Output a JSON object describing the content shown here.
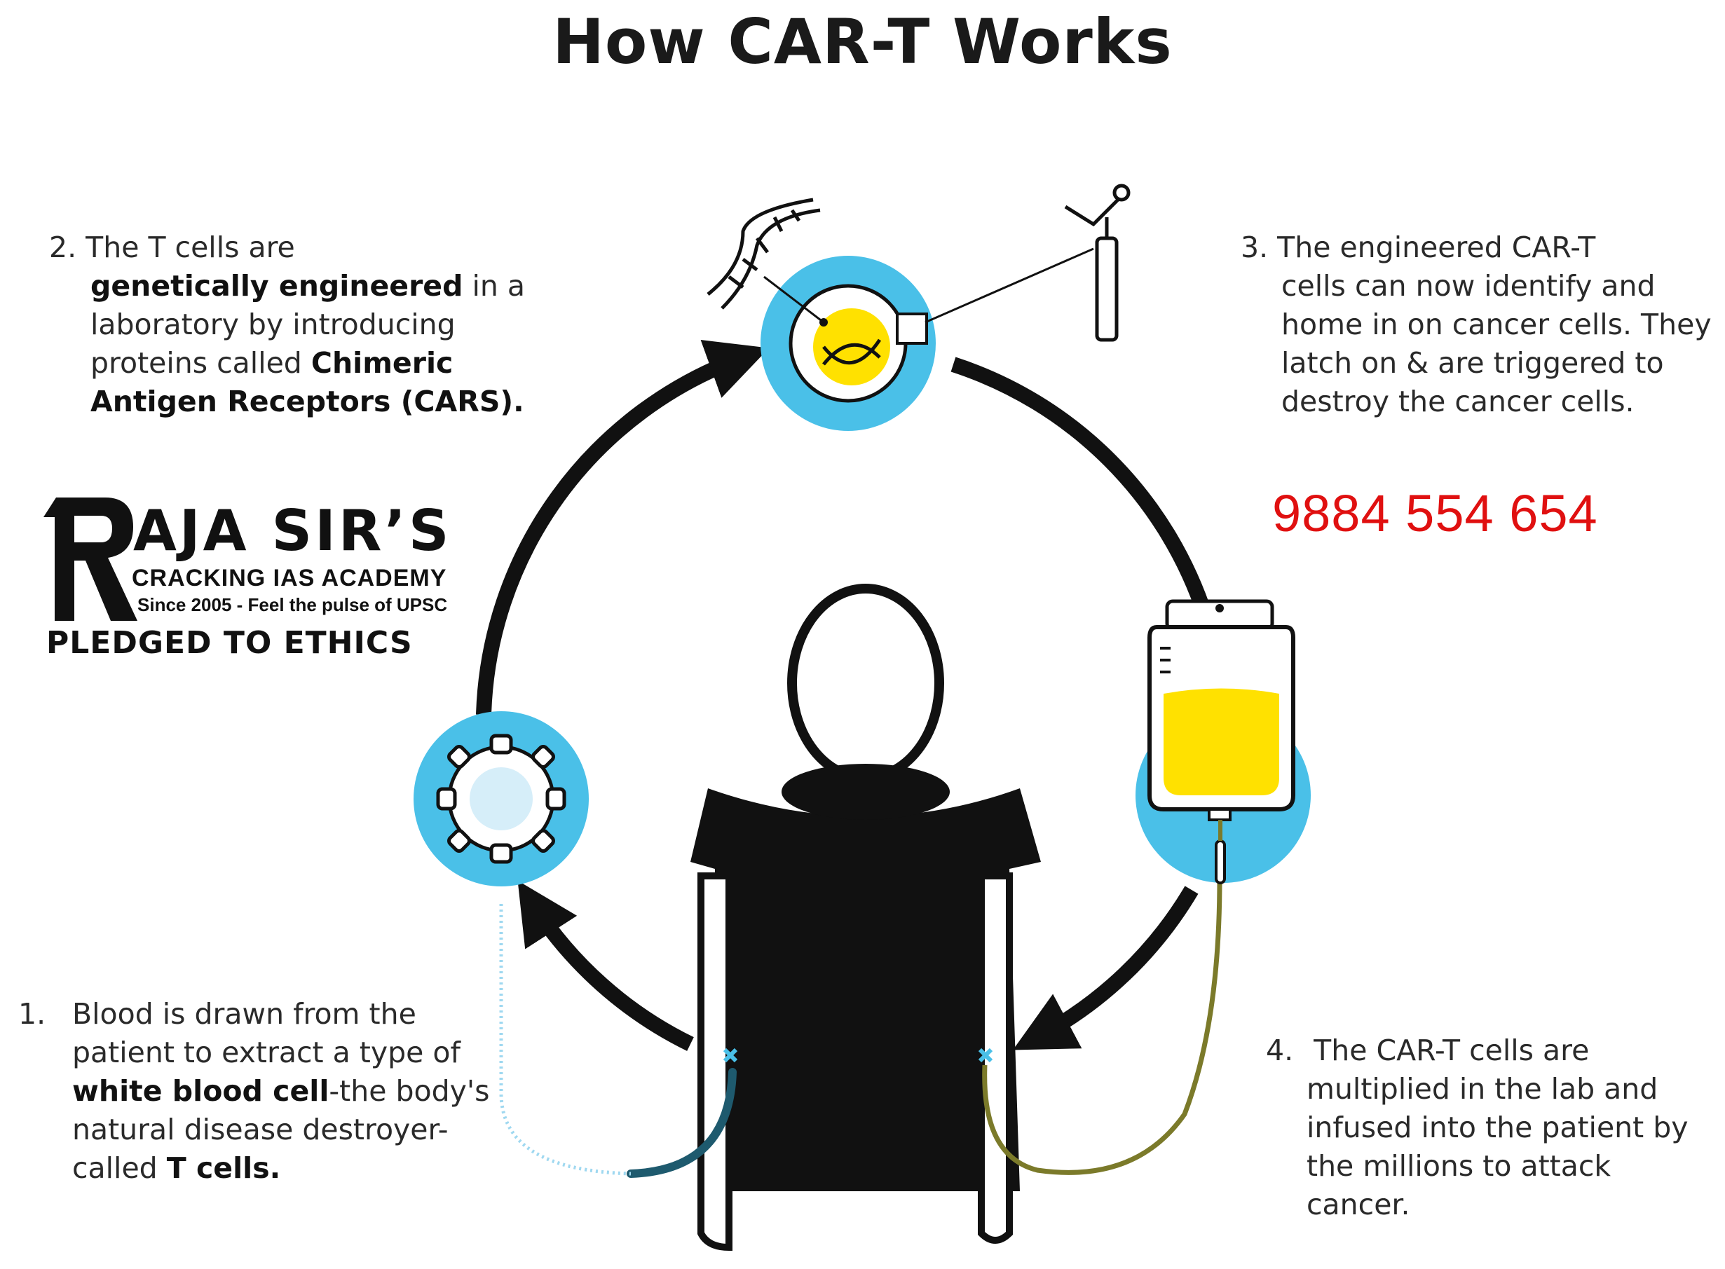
{
  "title": "How CAR-T Works",
  "steps": {
    "step1": {
      "number": "1.",
      "text_a": "Blood is drawn from the patient to extract a type of ",
      "bold_a": "white blood cell",
      "text_b": "-the body's natural disease destroyer-called ",
      "bold_b": "T cells."
    },
    "step2": {
      "number": "2.",
      "text_a": "The T cells are",
      "bold_a": "genetically engineered",
      "text_b": " in a laboratory by introducing proteins called ",
      "bold_b": "Chimeric Antigen Receptors (CARS)."
    },
    "step3": {
      "number": "3.",
      "text_a": "The engineered CAR-T",
      "text_b": "cells can now identify and home in on cancer cells. They latch on & are triggered to destroy the cancer cells."
    },
    "step4": {
      "number": "4.",
      "text_a": "The CAR-T cells are",
      "text_b": "multiplied in the lab and infused into the patient by the millions to attack cancer."
    }
  },
  "phone": "9884 554 654",
  "logo": {
    "main": "AJA SIR’S",
    "letter": "R",
    "subtitle": "CRACKING IAS ACADEMY",
    "tagline": "Since 2005 - Feel the pulse of UPSC",
    "pledge": "PLEDGED TO ETHICS"
  },
  "colors": {
    "circle_blue": "#4ac0e8",
    "yellow": "#ffe100",
    "ink": "#111111",
    "phone_red": "#e01010",
    "light_blue": "#9fd8f0",
    "tube_olive": "#7b7a2a"
  },
  "icons": [
    "dna-icon",
    "gear-icon",
    "syringe-icon",
    "iv-bag-icon",
    "patient-icon",
    "cycle-arrow-icon"
  ]
}
